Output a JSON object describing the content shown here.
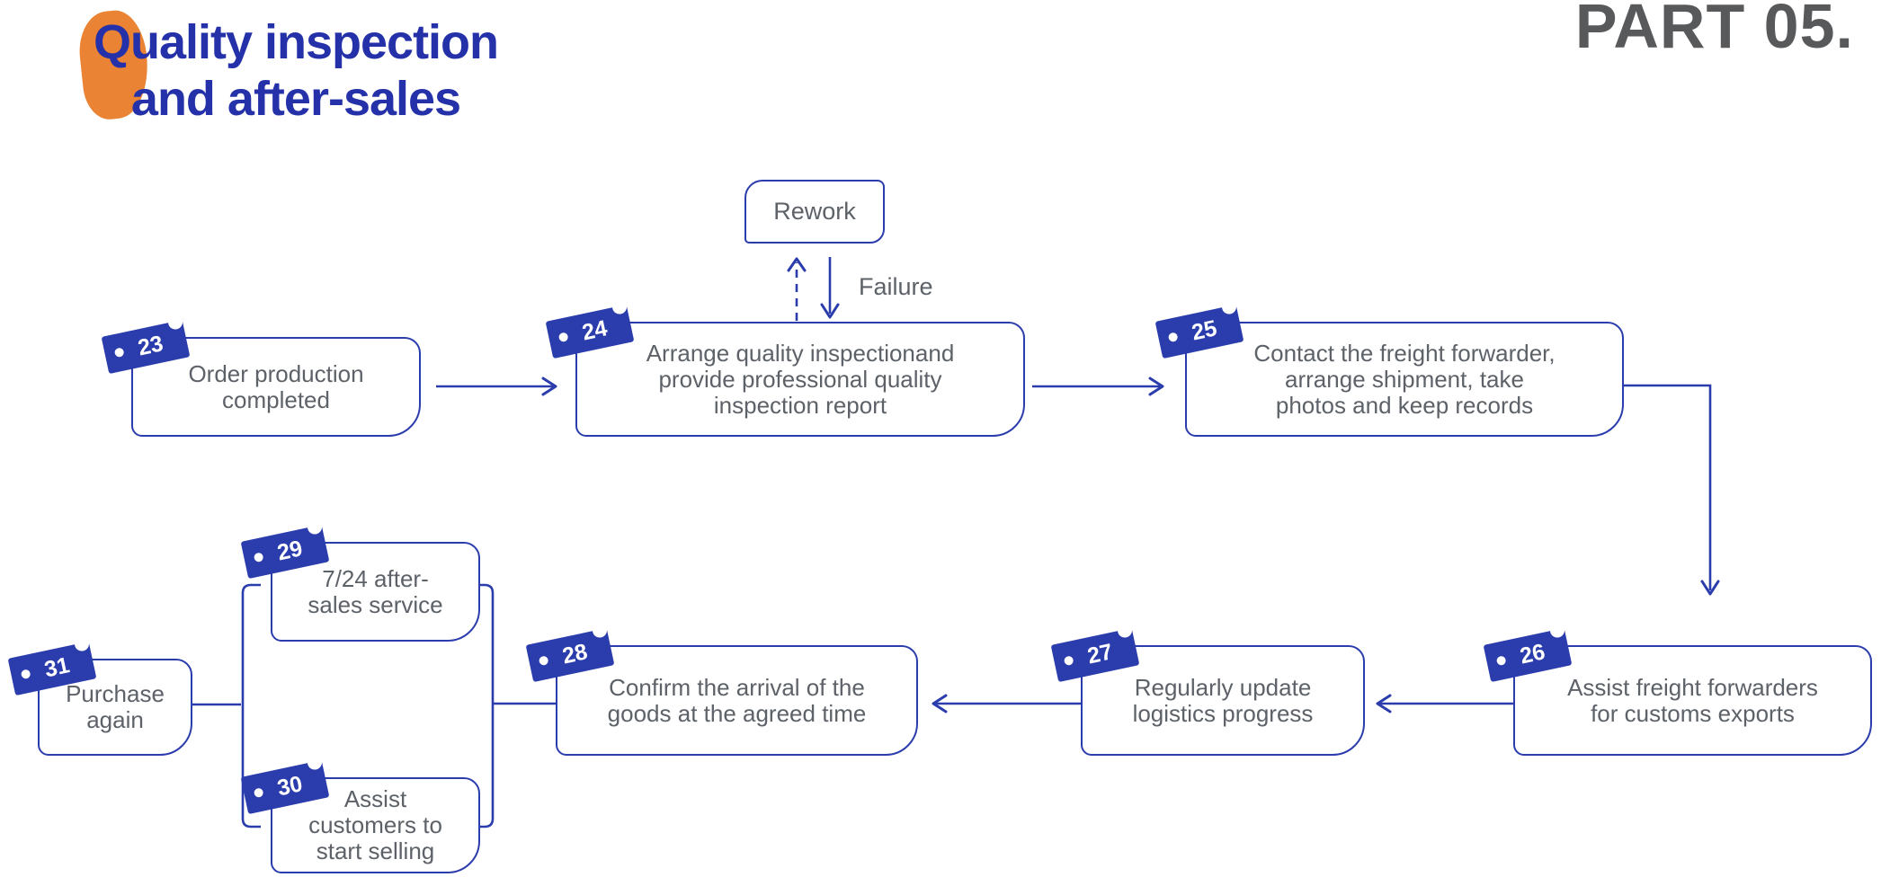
{
  "header": {
    "title_line1": "Quality inspection",
    "title_line2": "and after-sales",
    "part_label": "PART 05."
  },
  "colors": {
    "blue": "#2b3cad",
    "navy": "#2531a8",
    "orange": "#eb8334",
    "gray-text": "#5d6269",
    "gray-part": "#58595b"
  },
  "diagram": {
    "rework_label": "Rework",
    "failure_label": "Failure",
    "nodes": [
      {
        "id": "23",
        "lines": [
          "Order production",
          "completed"
        ]
      },
      {
        "id": "24",
        "lines": [
          "Arrange quality inspectionand",
          "provide professional quality",
          "inspection report"
        ]
      },
      {
        "id": "25",
        "lines": [
          "Contact the freight forwarder,",
          "arrange shipment, take",
          "photos and keep records"
        ]
      },
      {
        "id": "26",
        "lines": [
          "Assist freight forwarders",
          "for customs exports"
        ]
      },
      {
        "id": "27",
        "lines": [
          "Regularly update",
          "logistics progress"
        ]
      },
      {
        "id": "28",
        "lines": [
          "Confirm the arrival of the",
          "goods at the agreed time"
        ]
      },
      {
        "id": "29",
        "lines": [
          "7/24 after-",
          "sales service"
        ]
      },
      {
        "id": "30",
        "lines": [
          "Assist",
          "customers to",
          "start selling"
        ]
      },
      {
        "id": "31",
        "lines": [
          "Purchase",
          "again"
        ]
      }
    ]
  }
}
